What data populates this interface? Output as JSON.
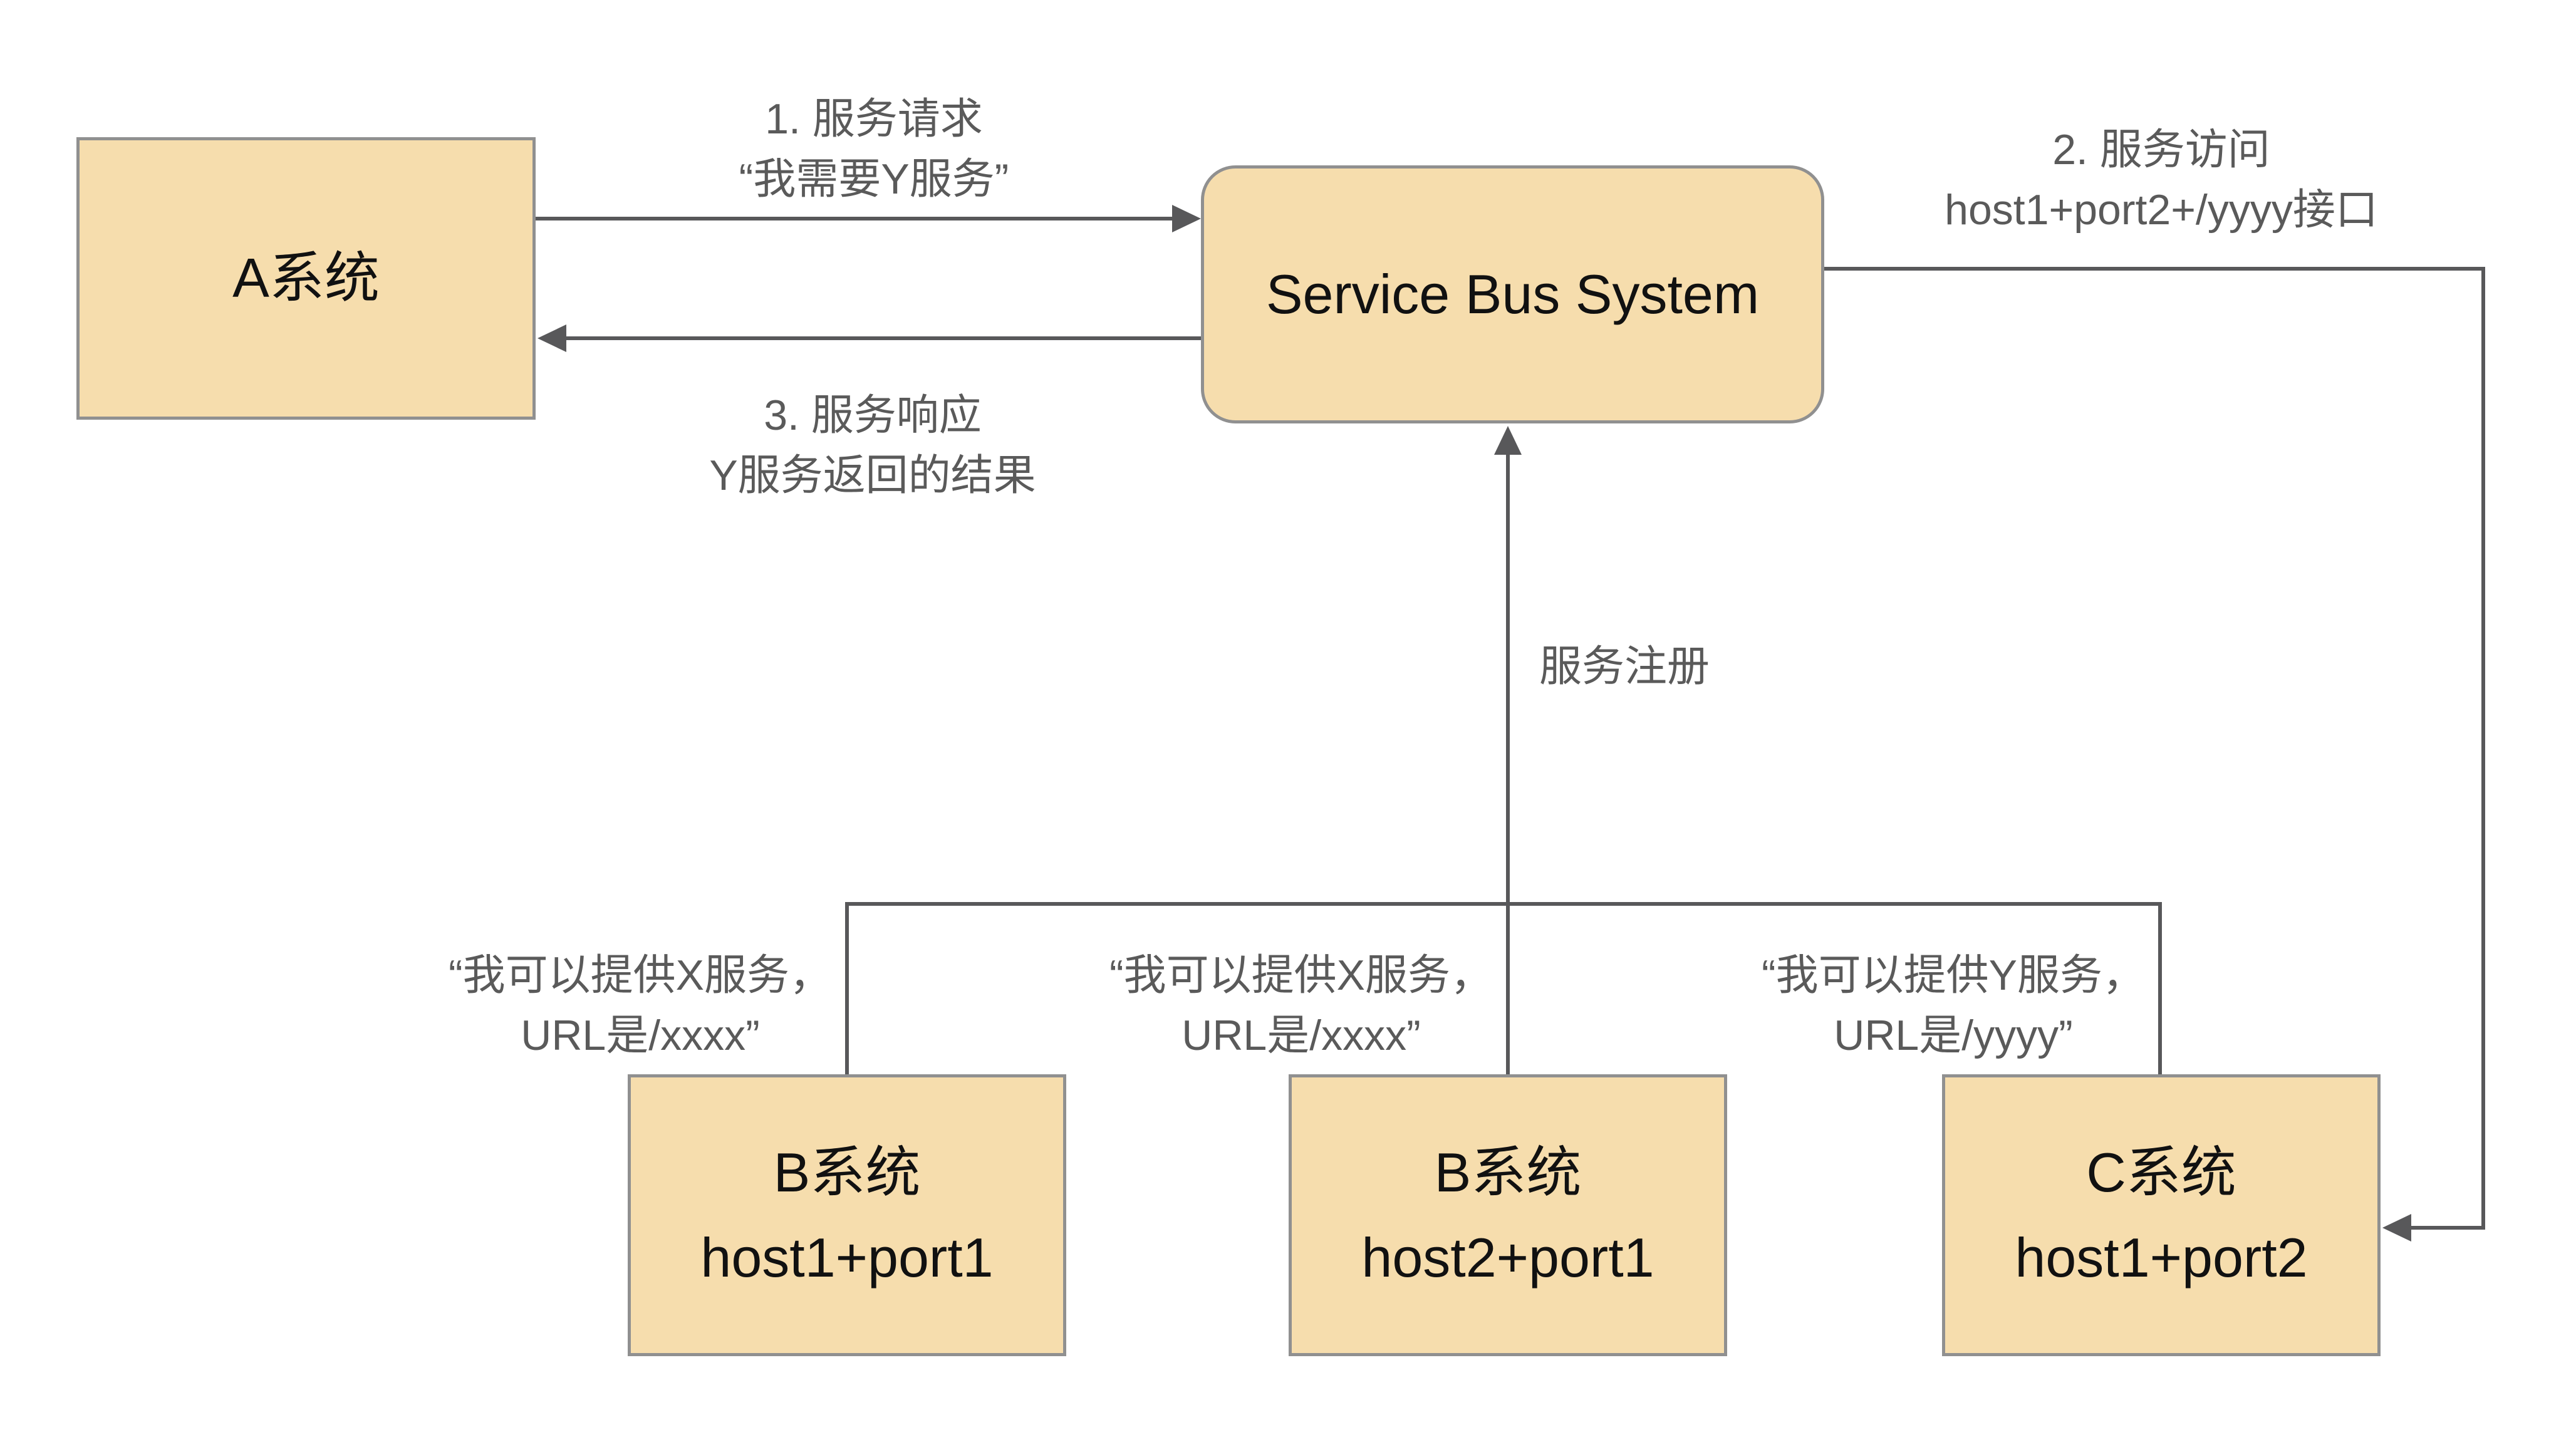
{
  "diagram": {
    "nodes": {
      "system_a": {
        "label": "A系统"
      },
      "service_bus": {
        "label": "Service Bus System"
      },
      "system_b1": {
        "line1": "B系统",
        "line2": "host1+port1"
      },
      "system_b2": {
        "line1": "B系统",
        "line2": "host2+port1"
      },
      "system_c": {
        "line1": "C系统",
        "line2": "host1+port2"
      }
    },
    "labels": {
      "request": {
        "line1": "1. 服务请求",
        "line2": "“我需要Y服务”"
      },
      "response": {
        "line1": "3. 服务响应",
        "line2": "Y服务返回的结果"
      },
      "access": {
        "line1": "2. 服务访问",
        "line2": "host1+port2+/yyyy接口"
      },
      "register": "服务注册",
      "provide_b1": {
        "line1": "“我可以提供X服务，",
        "line2": "URL是/xxxx”"
      },
      "provide_b2": {
        "line1": "“我可以提供X服务，",
        "line2": "URL是/xxxx”"
      },
      "provide_c": {
        "line1": "“我可以提供Y服务，",
        "line2": "URL是/yyyy”"
      }
    },
    "colors": {
      "node_fill": "#F6DDAD",
      "node_border": "#909090",
      "line": "#58585A",
      "label_text": "#5A5A5A",
      "node_text": "#111111"
    }
  }
}
